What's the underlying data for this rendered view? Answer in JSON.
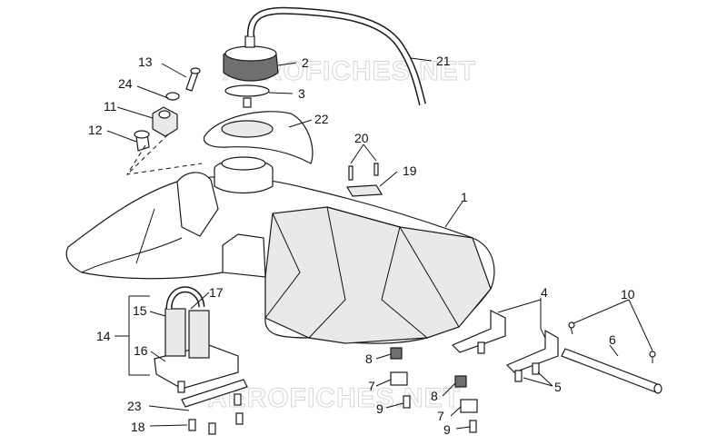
{
  "watermarks": [
    "AEROFICHES.NET",
    "AEROFICHES.NET"
  ],
  "callouts": {
    "c1": "1",
    "c2": "2",
    "c3": "3",
    "c4": "4",
    "c5": "5",
    "c6": "6",
    "c7a": "7",
    "c7b": "7",
    "c8a": "8",
    "c8b": "8",
    "c9a": "9",
    "c9b": "9",
    "c10": "10",
    "c11": "11",
    "c12": "12",
    "c13": "13",
    "c14": "14",
    "c15": "15",
    "c16": "16",
    "c17": "17",
    "c18": "18",
    "c19": "19",
    "c20": "20",
    "c21": "21",
    "c22": "22",
    "c23": "23",
    "c24": "24"
  }
}
